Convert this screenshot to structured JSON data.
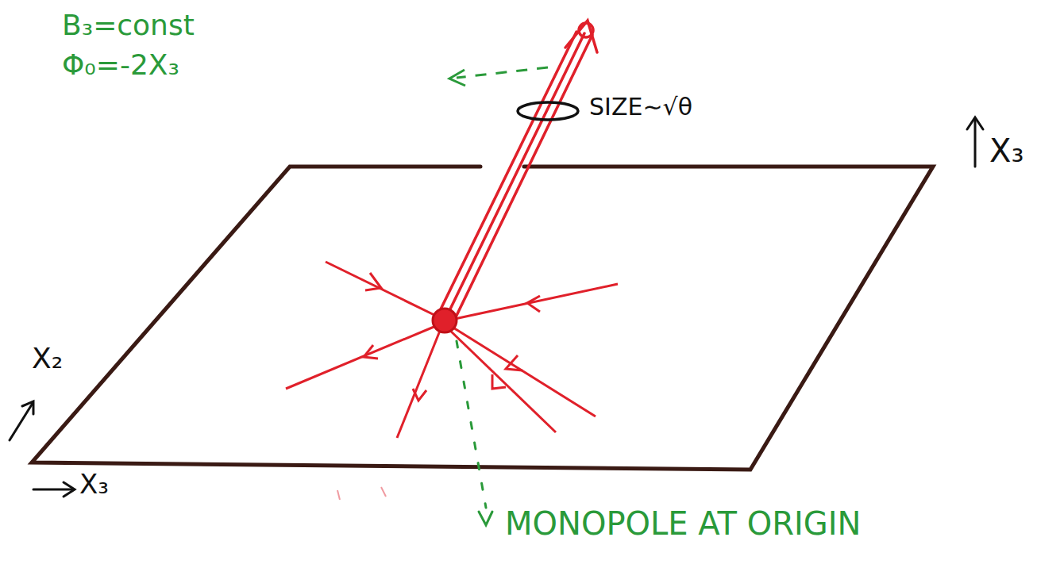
{
  "diagram": {
    "labels": [
      "B₃=const",
      "Φ₀=-2X₃",
      "SIZE∼√θ",
      "X₃",
      "X₂",
      "X₃",
      "MONOPOLE AT ORIGIN"
    ]
  }
}
